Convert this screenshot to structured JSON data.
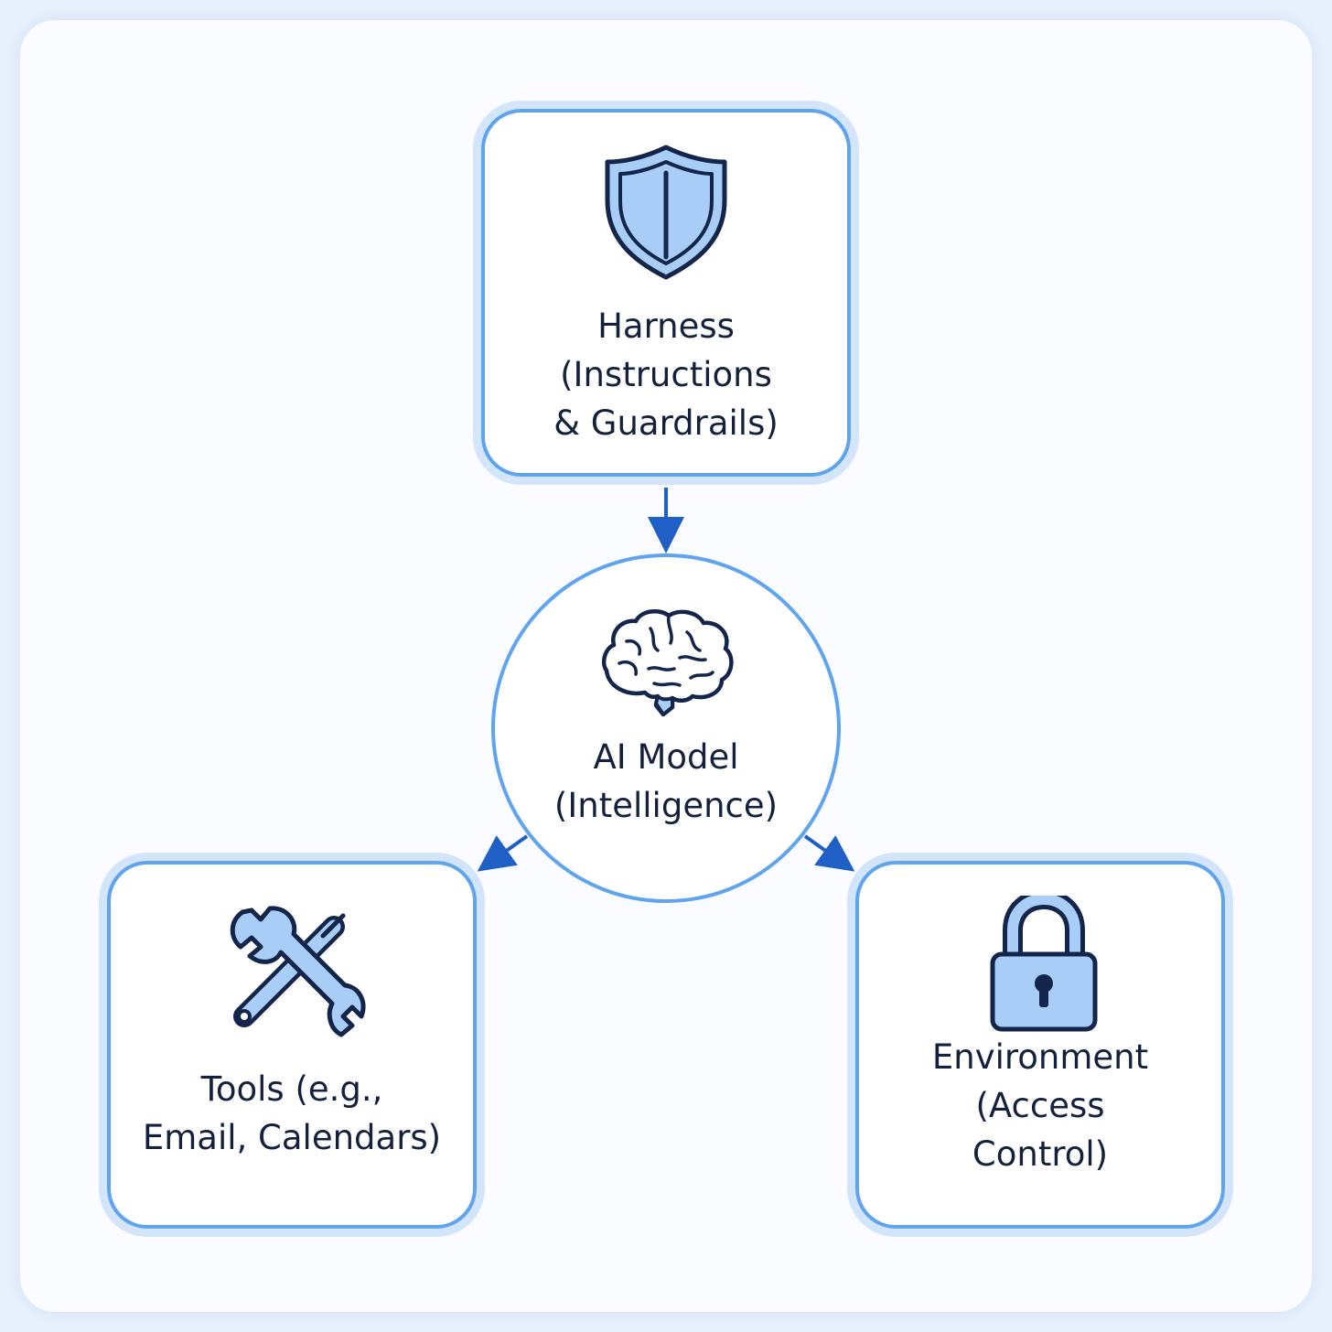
{
  "colors": {
    "page_background": "#e6f0fb",
    "panel_background": "#fafcff",
    "node_border": "#5fa4ec",
    "node_glow": "#d2e5fa",
    "arrow": "#1f5fc6",
    "icon_stroke": "#13254a",
    "icon_fill": "#a8cdf6",
    "text": "#14213d"
  },
  "nodes": {
    "harness": {
      "icon": "shield-icon",
      "lines": [
        "Harness",
        "(Instructions",
        "& Guardrails)"
      ]
    },
    "ai_model": {
      "icon": "brain-icon",
      "lines": [
        "AI Model",
        "(Intelligence)"
      ]
    },
    "tools": {
      "icon": "wrench-screwdriver-icon",
      "lines": [
        "Tools (e.g.,",
        "Email, Calendars)"
      ]
    },
    "environment": {
      "icon": "padlock-icon",
      "lines": [
        "Environment",
        "(Access",
        "Control)"
      ]
    }
  },
  "connections": [
    {
      "from": "harness",
      "to": "ai_model"
    },
    {
      "from": "ai_model",
      "to": "tools"
    },
    {
      "from": "ai_model",
      "to": "environment"
    }
  ]
}
